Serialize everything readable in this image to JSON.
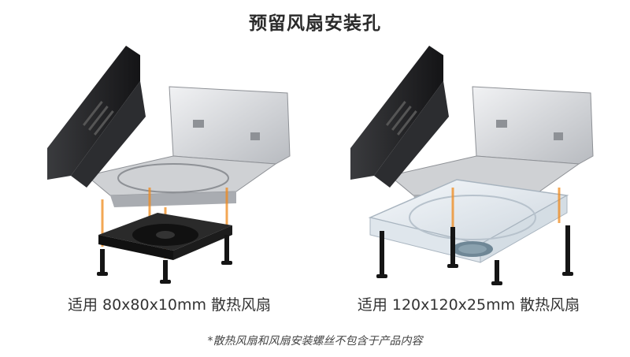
{
  "heading": "预留风扇安装孔",
  "left": {
    "caption": "适用 80x80x10mm 散热风扇"
  },
  "right": {
    "caption": "适用 120x120x25mm 散热风扇"
  },
  "footnote": "*散热风扇和风扇安装螺丝不包含于产品内容",
  "colors": {
    "bracket": "#d9dadc",
    "bracket_shadow": "#9ea1a6",
    "drive_body": "#1f2022",
    "guide_line": "#f08a1c",
    "fan_black": "#1b1b1b",
    "fan_clear": "#e3eaf0",
    "screw": "#151515"
  }
}
